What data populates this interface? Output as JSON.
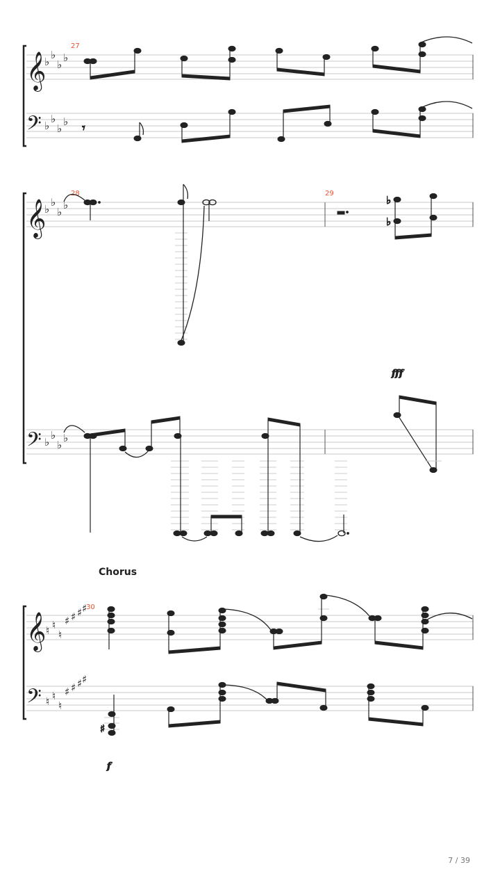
{
  "systems": [
    {
      "measures": [
        "27"
      ],
      "key": "Ab major (4 flats)"
    },
    {
      "measures": [
        "28",
        "29"
      ],
      "key": "Ab major (4 flats)",
      "dynamics": [
        "fff"
      ]
    },
    {
      "section": "Chorus",
      "measures": [
        "30"
      ],
      "key": "E major (4 sharps with naturals)",
      "dynamics": [
        "f"
      ]
    }
  ],
  "page_number": "7 / 39"
}
